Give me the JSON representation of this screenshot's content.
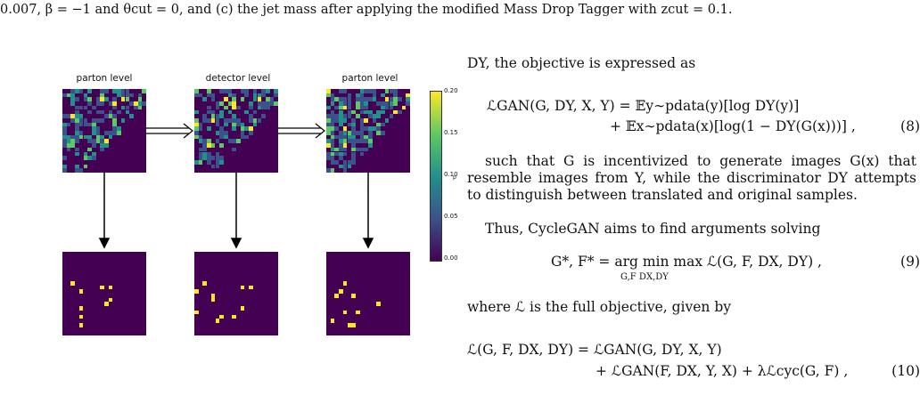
{
  "caption": "0.007, β = −1 and θcut = 0, and (c) the jet mass after applying the modified Mass Drop Tagger with zcut = 0.1.",
  "figure": {
    "titles": [
      "parton level",
      "detector level",
      "parton level"
    ],
    "colorbar_ticks": [
      "0.20",
      "0.15",
      "0.10",
      "0.05",
      "0.00"
    ],
    "colorbar_unit": "p"
  },
  "text": {
    "intro": "DY, the objective is expressed as",
    "eq8_line1": "ℒGAN(G, DY, X, Y) = 𝔼y∼pdata(y)[log DY(y)]",
    "eq8_line2": "+ 𝔼x∼pdata(x)[log(1 − DY(G(x)))] ,",
    "eq8_num": "(8)",
    "para1": "such that G is incentivized to generate images G(x) that resemble images from Y, while the discriminator DY attempts to distinguish between translated and original samples.",
    "para2": "Thus, CycleGAN aims to find arguments solving",
    "eq9": "G*, F* = arg min max ℒ(G, F, DX, DY) ,",
    "eq9_sub": "G,F  DX,DY",
    "eq9_num": "(9)",
    "para3": "where ℒ is the full objective, given by",
    "eq10_line1": "ℒ(G, F, DX, DY) = ℒGAN(G, DY, X, Y)",
    "eq10_line2": "+ ℒGAN(F, DX, Y, X) + λℒcyc(G, F) ,",
    "eq10_num": "(10)"
  },
  "colors": {
    "background": "#440154",
    "yellow": "#fde725",
    "green": "#5ec962",
    "teal": "#21918c",
    "blue": "#3b528b"
  }
}
